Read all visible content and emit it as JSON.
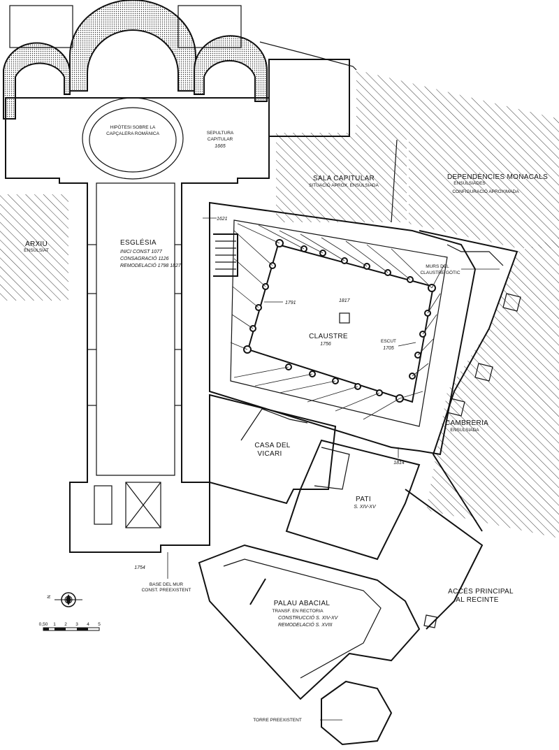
{
  "labels": {
    "hipotesi": [
      "HIPÒTESI SOBRE LA",
      "CAPÇALERA ROMÀNICA"
    ],
    "sepultura": [
      "SEPULTURA",
      "CAPITULAR",
      "1665"
    ],
    "sala_capitular": [
      "SALA CAPITULAR",
      "SITUACIÓ APROX. ENSULSIADA"
    ],
    "dependencies": [
      "DEPENDÈNCIES MONACALS",
      "ENSULSIADES",
      "CONFIGURACIÓ APROXIMADA"
    ],
    "arxiu": [
      "ARXIU",
      "ENSULSIAT"
    ],
    "esglesia": [
      "ESGLÉSIA",
      "INICI CONST    1077",
      "CONSAGRACIÓ  1126",
      "REMODELACIÓ  1798  1827"
    ],
    "claustre": [
      "CLAUSTRE",
      "1756"
    ],
    "murs_claustre": [
      "MURS DEL",
      "CLAUSTRE GÒTIC"
    ],
    "escut": [
      "ESCUT",
      "1705"
    ],
    "cambreria": [
      "CAMBRERIA",
      "ENSULSIADA"
    ],
    "casa_vicari": [
      "CASA DEL",
      "VICARI"
    ],
    "pati": [
      "PATI",
      "S. XIV-XV"
    ],
    "acces": [
      "ACCÉS PRINCIPAL",
      "AL RECINTE"
    ],
    "palau": [
      "PALAU ABACIAL",
      "TRANSF. EN RECTORIA",
      "CONSTRUCCIÓ      S. XIV-XV",
      "REMODELACIÓ      S. XVIII"
    ],
    "base_mur": [
      "BASE DEL MUR",
      "CONST. PREEXISTENT"
    ],
    "torre": "TORRE PREEXISTENT",
    "year_1621": "1621",
    "year_1791": "1791",
    "year_1817": "1817",
    "year_1814": "1814",
    "year_1754": "1754"
  },
  "scale_bar": {
    "ticks": [
      "0,50",
      "1",
      "2",
      "3",
      "4",
      "5"
    ]
  },
  "north_arrow": {
    "letter": "N",
    "icon": "north-arrow-icon"
  }
}
